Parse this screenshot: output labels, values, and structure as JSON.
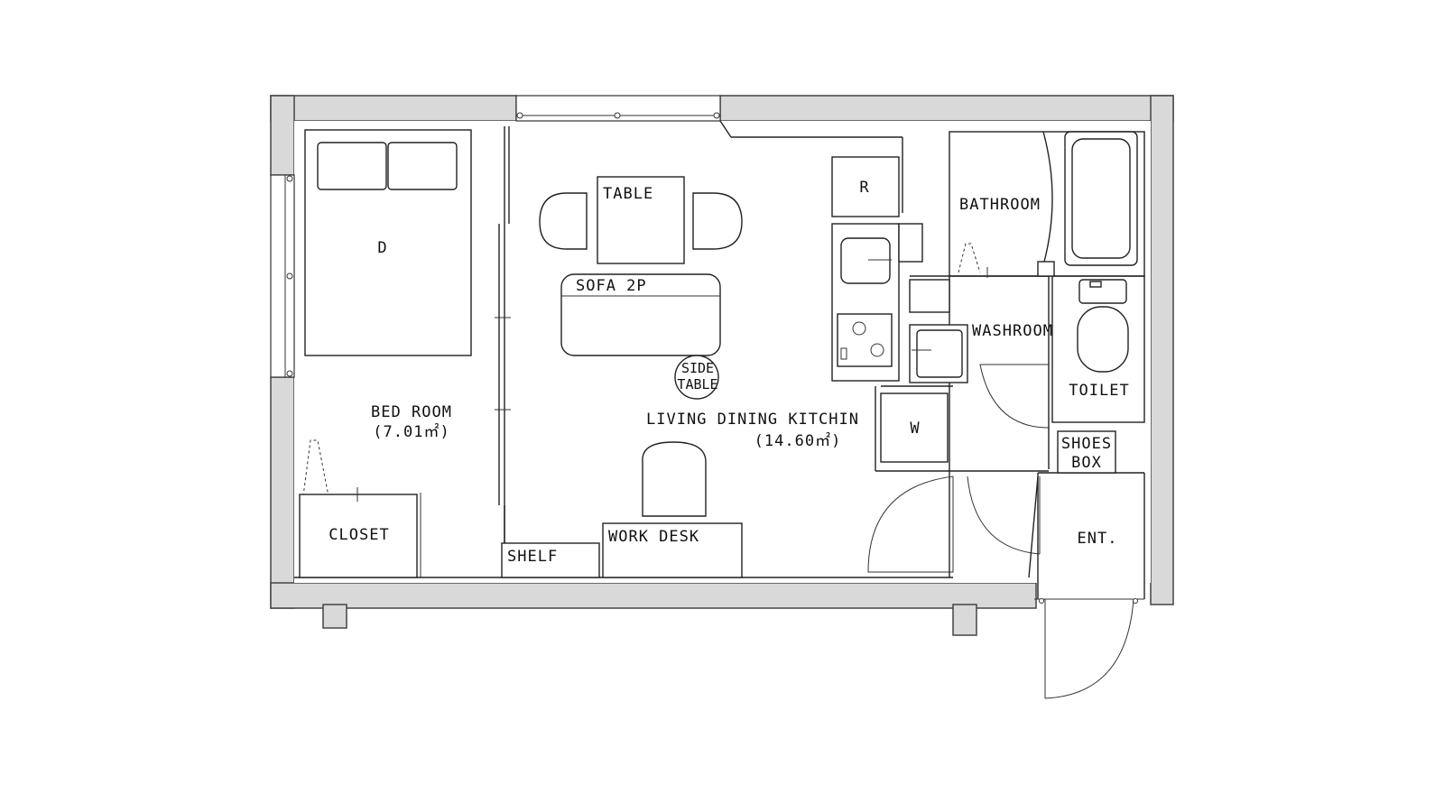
{
  "plan": {
    "rooms": {
      "bedroom": {
        "name": "BED ROOM",
        "area": "(7.01㎡)"
      },
      "ldk": {
        "name": "LIVING DINING KITCHIN",
        "area": "(14.60㎡)"
      },
      "bathroom": {
        "name": "BATHROOM"
      },
      "washroom": {
        "name": "WASHROOM"
      },
      "toilet": {
        "name": "TOILET"
      },
      "entrance": {
        "name": "ENT."
      },
      "closet": {
        "name": "CLOSET"
      }
    },
    "furniture": {
      "bed": "D",
      "table": "TABLE",
      "sofa": "SOFA 2P",
      "side_table_line1": "SIDE",
      "side_table_line2": "TABLE",
      "work_desk": "WORK DESK",
      "shelf": "SHELF",
      "refrigerator": "R",
      "washer": "W",
      "shoes_box_line1": "SHOES",
      "shoes_box_line2": "BOX"
    }
  }
}
